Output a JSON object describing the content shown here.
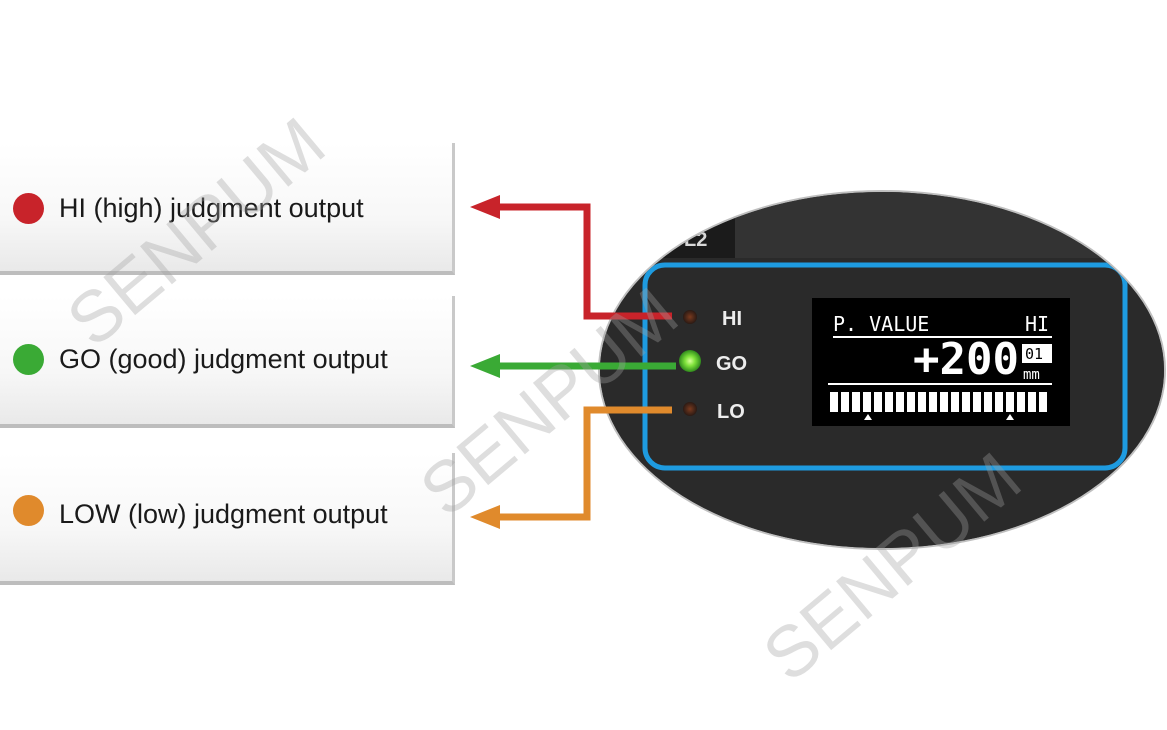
{
  "labels": [
    {
      "id": "hi",
      "text": "HI (high) judgment output",
      "color": "#c8232a"
    },
    {
      "id": "go",
      "text": "GO (good) judgment output",
      "color": "#3aaa35"
    },
    {
      "id": "lo",
      "text": "LOW (low) judgment output",
      "color": "#e08a2c"
    }
  ],
  "device": {
    "corner_text": "L2",
    "leds": {
      "hi": "HI",
      "go": "GO",
      "lo": "LO"
    },
    "active_led": "go",
    "display": {
      "mode_label": "P. VALUE",
      "judgment": "HI",
      "value": "+200",
      "unit_top": "01",
      "unit_bottom": "mm",
      "bar_segments": 20
    },
    "frame_color": "#1e9be0"
  },
  "watermark": "SENPUM"
}
